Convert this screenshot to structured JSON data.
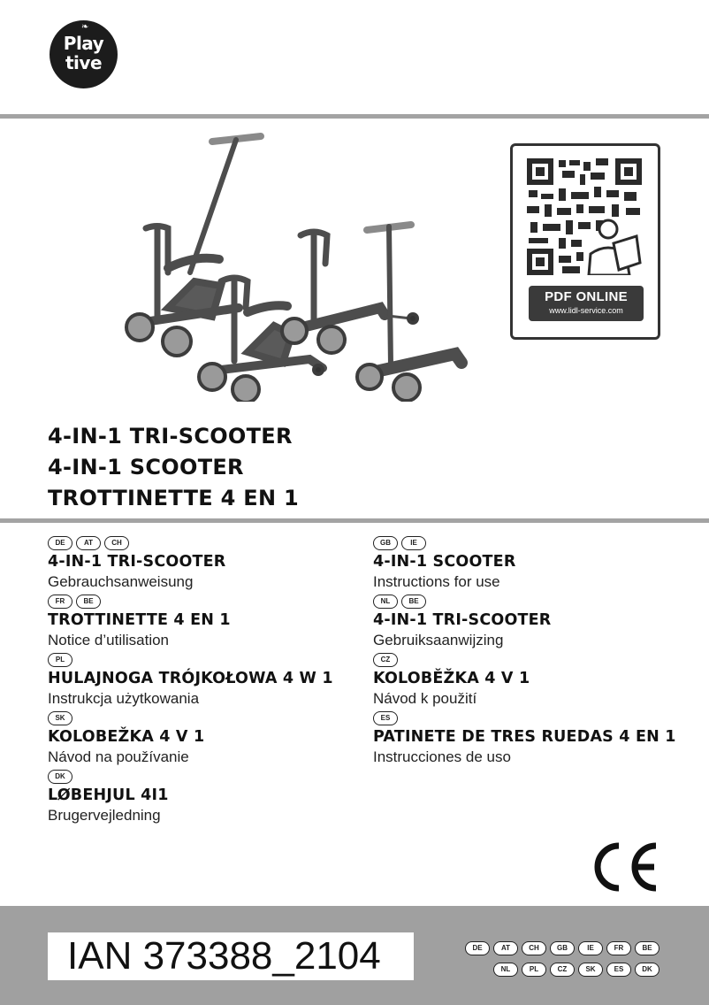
{
  "brand": {
    "logo_line1": "Play",
    "logo_line2": "tive"
  },
  "qr": {
    "title": "PDF ONLINE",
    "url": "www.lidl-service.com"
  },
  "titles": [
    "4-IN-1 TRI-SCOOTER",
    "4-IN-1 SCOOTER",
    "TROTTINETTE 4 EN 1"
  ],
  "languages_left": [
    {
      "badges": [
        "DE",
        "AT",
        "CH"
      ],
      "product": "4-IN-1 TRI-SCOOTER",
      "manual": "Gebrauchsanweisung"
    },
    {
      "badges": [
        "FR",
        "BE"
      ],
      "product": "TROTTINETTE 4 EN 1",
      "manual": "Notice d’utilisation"
    },
    {
      "badges": [
        "PL"
      ],
      "product": "HULAJNOGA TRÓJKOŁOWA 4 W 1",
      "manual": "Instrukcja użytkowania"
    },
    {
      "badges": [
        "SK"
      ],
      "product": "KOLOBEŽKA 4 V 1",
      "manual": "Návod na používanie"
    },
    {
      "badges": [
        "DK"
      ],
      "product": "LØBEHJUL 4I1",
      "manual": "Brugervejledning"
    }
  ],
  "languages_right": [
    {
      "badges": [
        "GB",
        "IE"
      ],
      "product": "4-IN-1 SCOOTER",
      "manual": "Instructions for use"
    },
    {
      "badges": [
        "NL",
        "BE"
      ],
      "product": "4-IN-1 TRI-SCOOTER",
      "manual": "Gebruiksaanwijzing"
    },
    {
      "badges": [
        "CZ"
      ],
      "product": "KOLOBĚŽKA 4 V 1",
      "manual": "Návod k použití"
    },
    {
      "badges": [
        "ES"
      ],
      "product": "PATINETE DE TRES RUEDAS 4 EN 1",
      "manual": "Instrucciones de uso"
    }
  ],
  "ce_mark": "CE",
  "footer": {
    "ian": "IAN 373388_2104",
    "badges_row1": [
      "DE",
      "AT",
      "CH",
      "GB",
      "IE",
      "FR",
      "BE"
    ],
    "badges_row2": [
      "NL",
      "PL",
      "CZ",
      "SK",
      "ES",
      "DK"
    ]
  },
  "colors": {
    "rule": "#a3a3a3",
    "footer_bg": "#a0a0a0",
    "scooter_body": "#4d4d4d",
    "scooter_wheel": "#9a9a9a"
  }
}
